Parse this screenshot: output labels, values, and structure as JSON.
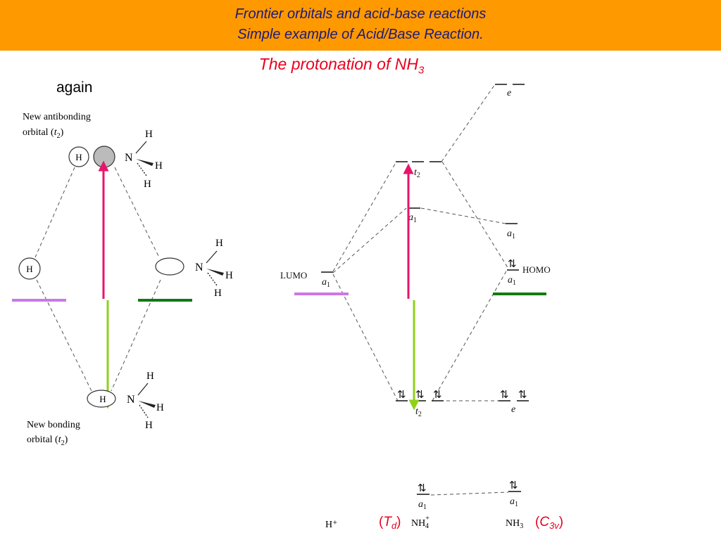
{
  "banner": {
    "line1": "Frontier orbitals and acid-base reactions",
    "line2": "Simple example of Acid/Base Reaction."
  },
  "subtitle": {
    "text": "The protonation of NH",
    "sub": "3"
  },
  "note": "again",
  "left": {
    "antibonding_line1": "New antibonding",
    "antibonding_line2_pre": "orbital (",
    "antibonding_line2_t": "t",
    "antibonding_line2_sub": "2",
    "antibonding_line2_post": ")",
    "bonding_line1": "New bonding",
    "bonding_line2_pre": "orbital (",
    "bonding_line2_t": "t",
    "bonding_line2_sub": "2",
    "bonding_line2_post": ")",
    "atom_H": "H",
    "atom_N": "N"
  },
  "right": {
    "lumo": "LUMO",
    "homo": "HOMO",
    "sym_a": "a",
    "sym_t": "t",
    "sym_e": "e",
    "sub_1": "1",
    "sub_2": "2",
    "pair": "⇅",
    "hplus": "H⁺",
    "nh4_base": "NH",
    "nh4_sub": "4",
    "nh4_sup": "+",
    "nh3_base": "NH",
    "nh3_sub": "3",
    "td_pre": "(",
    "td_T": "T",
    "td_sub": "d",
    "td_post": ")",
    "c3v_pre": "(",
    "c3v_C": "C",
    "c3v_sub": "3v",
    "c3v_post": ")"
  },
  "colors": {
    "banner": "#ff9900",
    "title_text": "#1a1a7a",
    "red_text": "#e8001c",
    "arrow_magenta": "#e8146b",
    "arrow_green": "#8fd11a",
    "level_violet": "#cc77e6",
    "level_green": "#117a11"
  }
}
